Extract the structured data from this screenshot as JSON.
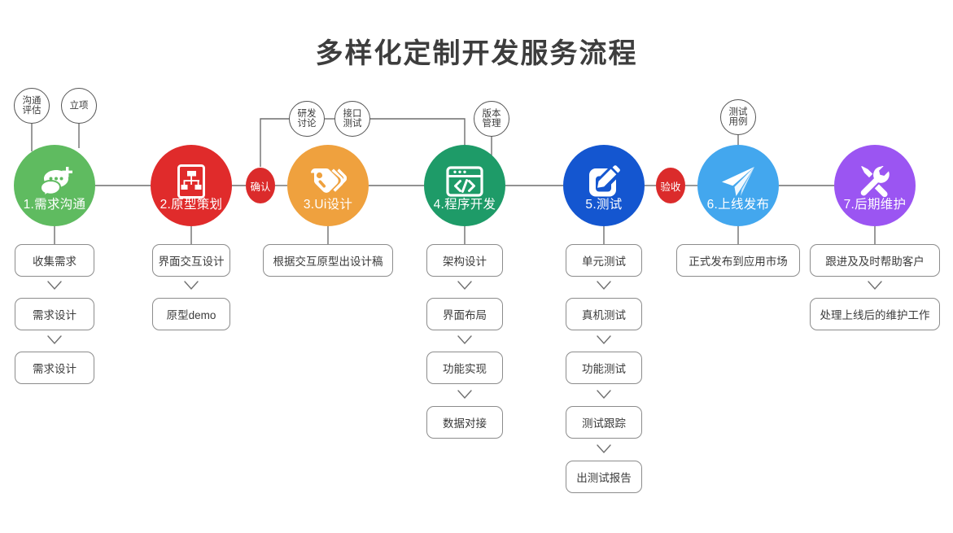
{
  "page": {
    "title": "多样化定制开发服务流程",
    "background": "#ffffff"
  },
  "colors": {
    "step1": "#5FBB60",
    "step2": "#E02B2B",
    "step3": "#EFA13E",
    "step4": "#1E9B68",
    "step5": "#1456D0",
    "step6": "#43A7EE",
    "step7": "#9B55F2",
    "badge": "#DB2B2B",
    "line": "#6f6f6f",
    "box_border": "#8c8c8c",
    "text": "#3b3b3b"
  },
  "steps": [
    {
      "id": "step-1",
      "label": "1.需求沟通",
      "color": "#5FBB60",
      "icon": "chat-bubbles-plus-icon",
      "bubbles": [
        "沟通评估",
        "立项"
      ],
      "tasks": [
        "收集需求",
        "需求设计",
        "需求设计"
      ]
    },
    {
      "id": "step-2",
      "label": "2.原型策划",
      "color": "#E02B2B",
      "icon": "document-hierarchy-icon",
      "bubbles": [],
      "tasks": [
        "界面交互设计",
        "原型demo"
      ]
    },
    {
      "id": "step-3",
      "label": "3.Ui设计",
      "color": "#EFA13E",
      "icon": "design-tags-icon",
      "bubbles": [
        "研发讨论"
      ],
      "tasks": [
        "根据交互原型出设计稿"
      ]
    },
    {
      "id": "step-4",
      "label": "4.程序开发",
      "color": "#1E9B68",
      "icon": "code-window-icon",
      "bubbles": [
        "接口测试",
        "版本管理"
      ],
      "tasks": [
        "架构设计",
        "界面布局",
        "功能实现",
        "数据对接"
      ]
    },
    {
      "id": "step-5",
      "label": "5.测试",
      "color": "#1456D0",
      "icon": "pencil-edit-icon",
      "bubbles": [],
      "tasks": [
        "单元测试",
        "真机测试",
        "功能测试",
        "测试跟踪",
        "出测试报告"
      ]
    },
    {
      "id": "step-6",
      "label": "6.上线发布",
      "color": "#43A7EE",
      "icon": "paper-plane-icon",
      "bubbles": [
        "测试用例"
      ],
      "tasks": [
        "正式发布到应用市场"
      ]
    },
    {
      "id": "step-7",
      "label": "7.后期维护",
      "color": "#9B55F2",
      "icon": "wrench-screwdriver-icon",
      "bubbles": [],
      "tasks": [
        "跟进及及时帮助客户",
        "处理上线后的维护工作"
      ]
    }
  ],
  "badges": [
    {
      "id": "badge-confirm",
      "label": "确认"
    },
    {
      "id": "badge-acceptance",
      "label": "验收"
    }
  ],
  "bubbles": [
    {
      "id": "bubble-communication-eval",
      "line1": "沟通",
      "line2": "评估"
    },
    {
      "id": "bubble-project-setup",
      "line1": "立项",
      "line2": ""
    },
    {
      "id": "bubble-rd-discussion",
      "line1": "研发",
      "line2": "讨论"
    },
    {
      "id": "bubble-interface-test",
      "line1": "接口",
      "line2": "测试"
    },
    {
      "id": "bubble-version-control",
      "line1": "版本",
      "line2": "管理"
    },
    {
      "id": "bubble-test-case",
      "line1": "测试",
      "line2": "用例"
    }
  ],
  "tasks": {
    "c1": [
      "收集需求",
      "需求设计",
      "需求设计"
    ],
    "c2": [
      "界面交互设计",
      "原型demo"
    ],
    "c3": [
      "根据交互原型出设计稿"
    ],
    "c4": [
      "架构设计",
      "界面布局",
      "功能实现",
      "数据对接"
    ],
    "c5": [
      "单元测试",
      "真机测试",
      "功能测试",
      "测试跟踪",
      "出测试报告"
    ],
    "c6": [
      "正式发布到应用市场"
    ],
    "c7": [
      "跟进及及时帮助客户",
      "处理上线后的维护工作"
    ]
  }
}
